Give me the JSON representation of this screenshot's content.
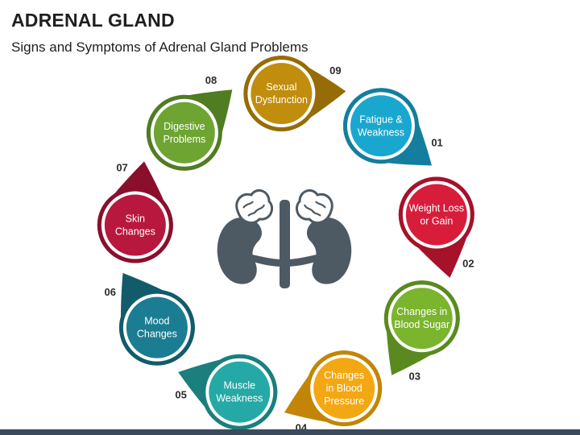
{
  "header": {
    "title": "ADRENAL GLAND",
    "subtitle": "Signs and Symptoms of Adrenal Gland Problems"
  },
  "center_icon": "kidneys-adrenal-icon",
  "items": [
    {
      "number": "01",
      "lines": [
        "Fatigue &",
        "Weakness"
      ],
      "color": "#1aa7cf",
      "dark": "#137e9e"
    },
    {
      "number": "02",
      "lines": [
        "Weight Loss",
        "or Gain"
      ],
      "color": "#d81d3b",
      "dark": "#a51229"
    },
    {
      "number": "03",
      "lines": [
        "Changes in",
        "Blood Sugar"
      ],
      "color": "#7bb52e",
      "dark": "#5a8a1f"
    },
    {
      "number": "04",
      "lines": [
        "Changes",
        "in Blood",
        "Pressure"
      ],
      "color": "#f3a813",
      "dark": "#c28507"
    },
    {
      "number": "05",
      "lines": [
        "Muscle",
        "Weakness"
      ],
      "color": "#24a9a6",
      "dark": "#1a7f7d"
    },
    {
      "number": "06",
      "lines": [
        "Mood",
        "Changes"
      ],
      "color": "#1b7d92",
      "dark": "#125b6b"
    },
    {
      "number": "07",
      "lines": [
        "Skin",
        "Changes"
      ],
      "color": "#b8183d",
      "dark": "#8a0f2c"
    },
    {
      "number": "08",
      "lines": [
        "Digestive",
        "Problems"
      ],
      "color": "#6ea532",
      "dark": "#507c22"
    },
    {
      "number": "09",
      "lines": [
        "Sexual",
        "Dysfunction"
      ],
      "color": "#c18d0d",
      "dark": "#956c06"
    }
  ]
}
